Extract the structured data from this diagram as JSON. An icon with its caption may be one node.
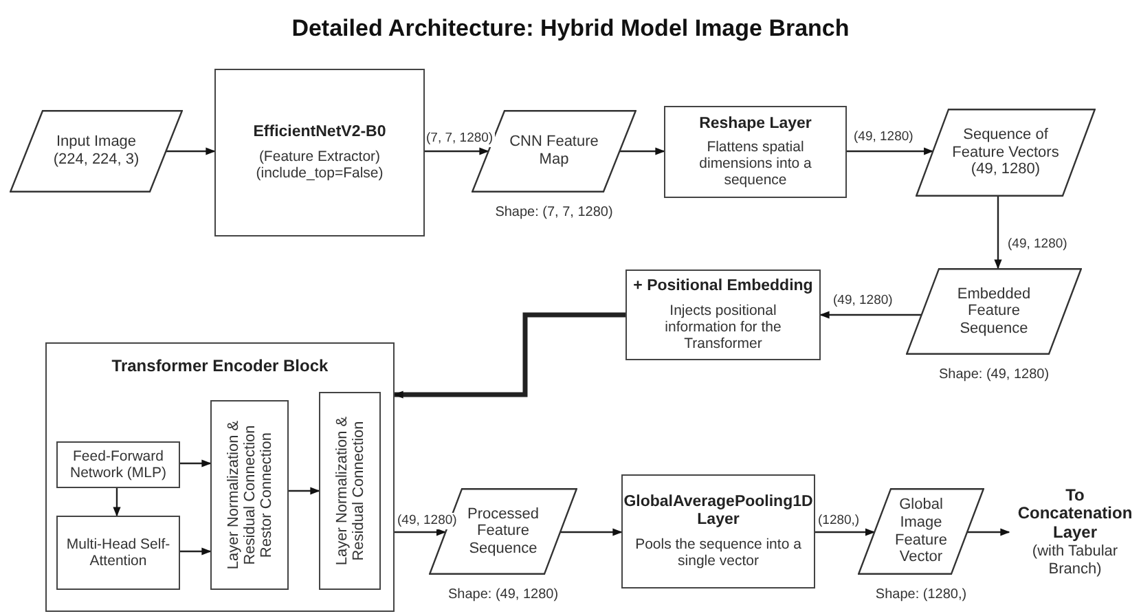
{
  "diagram": {
    "title": "Detailed Architecture: Hybrid Model Image Branch",
    "nodes": [
      {
        "text": [
          "Input Image (224, 224, 3)"
        ]
      },
      {
        "text": [
          "EfficientNetV2-B0",
          "(Feature Extractor) (include_top=False)"
        ]
      },
      {
        "text": [
          "CNN Feature Map"
        ],
        "beside": [
          "Shape: (7, 7, 1280)"
        ]
      },
      {
        "text": [
          "Reshape Layer",
          "Flattens spatial dimensions into a sequence"
        ]
      },
      {
        "text": [
          "Sequence of Feature Vectors (49, 1280)"
        ]
      },
      {
        "text": [
          "Embedded Feature Sequence"
        ],
        "beside": [
          "Shape: (49, 1280)"
        ]
      },
      {
        "text": [
          "+ Positional Embedding",
          "Injects positional information for the Transformer"
        ]
      },
      {
        "text": [
          "Transformer Encoder Block"
        ]
      },
      {
        "text": [
          "Feed-Forward Network (MLP)"
        ],
        "in": 7
      },
      {
        "text": [
          "Multi-Head Self-Attention"
        ],
        "in": 7
      },
      {
        "text": [
          "Layer Normalization & Residual Connection Restor Connection"
        ],
        "in": 7
      },
      {
        "text": [
          "Layer Normalization & Residual Connection"
        ],
        "in": 7
      },
      {
        "text": [
          "Processed Feature Sequence"
        ],
        "beside": [
          "Shape: (49, 1280)"
        ]
      },
      {
        "text": [
          "GlobalAveragePooling1D Layer",
          "Pools the sequence into a single vector"
        ]
      },
      {
        "text": [
          "Global Image Feature Vector"
        ],
        "beside": [
          "Shape: (1280,)"
        ]
      },
      {
        "text": [
          "To Concatenation Layer",
          "(with Tabular Branch)"
        ]
      }
    ],
    "edges": [
      {
        "from": 0,
        "to": 1,
        "arrow": "to"
      },
      {
        "from": 1,
        "to": 2,
        "arrow": "to",
        "label": "(7, 7, 1280)"
      },
      {
        "from": 2,
        "to": 3,
        "arrow": "to"
      },
      {
        "from": 3,
        "to": 4,
        "arrow": "to",
        "label": "(49, 1280)"
      },
      {
        "from": 4,
        "to": 5,
        "arrow": "to",
        "label": "(49, 1280)"
      },
      {
        "from": 5,
        "to": 6,
        "arrow": "to",
        "label": "(49, 1280)"
      },
      {
        "from": 6,
        "to": 7,
        "arrow": "to",
        "style": "thick"
      },
      {
        "from": 8,
        "to": 10,
        "arrow": "to"
      },
      {
        "from": 9,
        "to": 10,
        "arrow": "to"
      },
      {
        "from": 8,
        "to": 9,
        "arrow": "to"
      },
      {
        "from": 10,
        "to": 11,
        "arrow": "to"
      },
      {
        "from": 7,
        "to": 12,
        "arrow": "to",
        "label": "(49, 1280)"
      },
      {
        "from": 12,
        "to": 13,
        "arrow": "to"
      },
      {
        "from": 13,
        "to": 14,
        "arrow": "to",
        "label": "(1280,)"
      },
      {
        "from": 14,
        "to": 15,
        "arrow": "to"
      }
    ]
  }
}
